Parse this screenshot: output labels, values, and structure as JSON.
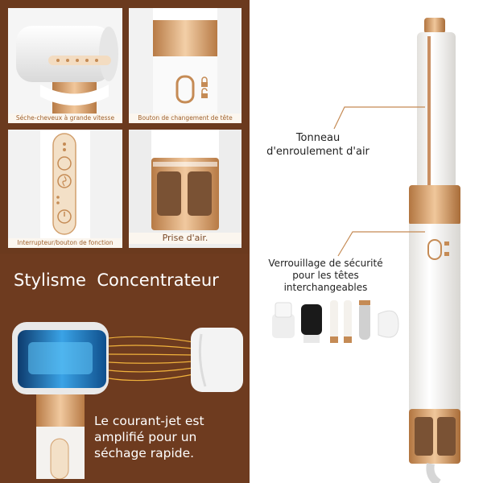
{
  "panels": {
    "top_left_caption": "Séche-cheveux à grande vitesse",
    "top_right_caption": "Bouton de changement de tête",
    "mid_left_caption": "Interrupteur/bouton de fonction",
    "mid_right_caption": "Prise d'air."
  },
  "headline": "Stylisme  Concentrateur",
  "jet_text": [
    "Le courant-jet est",
    "amplifié pour un",
    "séchage rapide."
  ],
  "callouts": {
    "barrel": [
      "Tonneau",
      "d'enroulement d'air"
    ],
    "lock": [
      "Verrouillage de sécurité",
      "pour les têtes",
      "interchangeables"
    ]
  },
  "icons": [
    "hair-dryer-icon",
    "airflow-lines-icon",
    "power-icon",
    "fan-icon",
    "lock-icon",
    "unlock-icon"
  ],
  "colors": {
    "brown": "#6b3a1e",
    "gold": "#c89463",
    "white_body": "#f4f2ef"
  }
}
